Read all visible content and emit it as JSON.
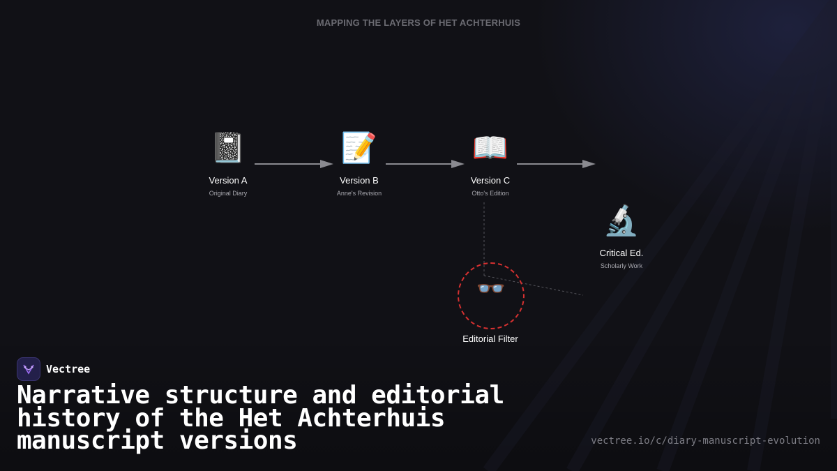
{
  "diagram": {
    "title": "MAPPING THE LAYERS OF HET ACHTERHUIS",
    "nodes": [
      {
        "icon": "📓",
        "icon_name": "notebook-icon",
        "label": "Version A",
        "sublabel": "Original Diary"
      },
      {
        "icon": "📝",
        "icon_name": "memo-pencil-icon",
        "label": "Version B",
        "sublabel": "Anne's Revision"
      },
      {
        "icon": "📖",
        "icon_name": "open-book-icon",
        "label": "Version C",
        "sublabel": "Otto's Edition"
      },
      {
        "icon": "🔬",
        "icon_name": "microscope-icon",
        "label": "Critical Ed.",
        "sublabel": "Scholarly Work"
      }
    ],
    "filter": {
      "icon": "👓",
      "icon_name": "glasses-icon",
      "label": "Editorial Filter",
      "ring_color": "#d63131"
    }
  },
  "branding": {
    "name": "Vectree",
    "headline": "Narrative structure and editorial history of the Het Achterhuis manuscript versions",
    "url": "vectree.io/c/diary-manuscript-evolution"
  },
  "colors": {
    "background": "#111116",
    "accent": "#9b6cf0",
    "arrow": "#8a8a90",
    "title": "#6b6b72"
  }
}
